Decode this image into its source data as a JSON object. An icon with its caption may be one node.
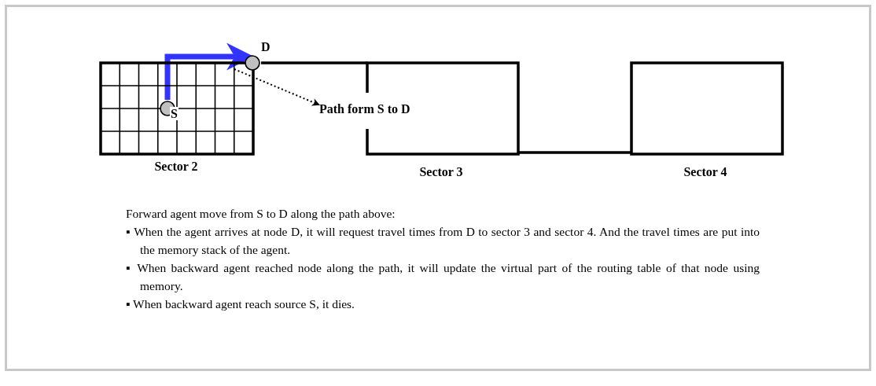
{
  "diagram": {
    "nodes": [
      {
        "text": [
          "Sector 2"
        ]
      },
      {
        "text": [
          "Sector 3"
        ]
      },
      {
        "text": [
          "Sector 4"
        ]
      },
      {
        "text": [
          "S"
        ],
        "in": 0
      },
      {
        "text": [
          "D"
        ]
      },
      {
        "text": [
          "Path form S to D"
        ]
      }
    ],
    "edges": [
      {
        "from": 3,
        "to": 4,
        "arrow": "to",
        "style": "thick",
        "color": "#3333ff"
      },
      {
        "from": 0,
        "to": 5,
        "arrow": "to",
        "style": "dashed"
      },
      {
        "from": 4,
        "to": 1,
        "arrow": "none"
      },
      {
        "from": 1,
        "to": 2,
        "arrow": "none"
      }
    ],
    "labels": [
      "Forward agent move from S to D along the path above:",
      "▪ When the agent arrives at node D, it will request travel times from D to sector 3 and sector 4. And the travel times are put into the memory stack of the agent.",
      "▪ When backward agent reached node along the path, it will update the virtual part of the routing table of that node using memory.",
      "▪ When backward agent reach source S, it dies."
    ]
  }
}
